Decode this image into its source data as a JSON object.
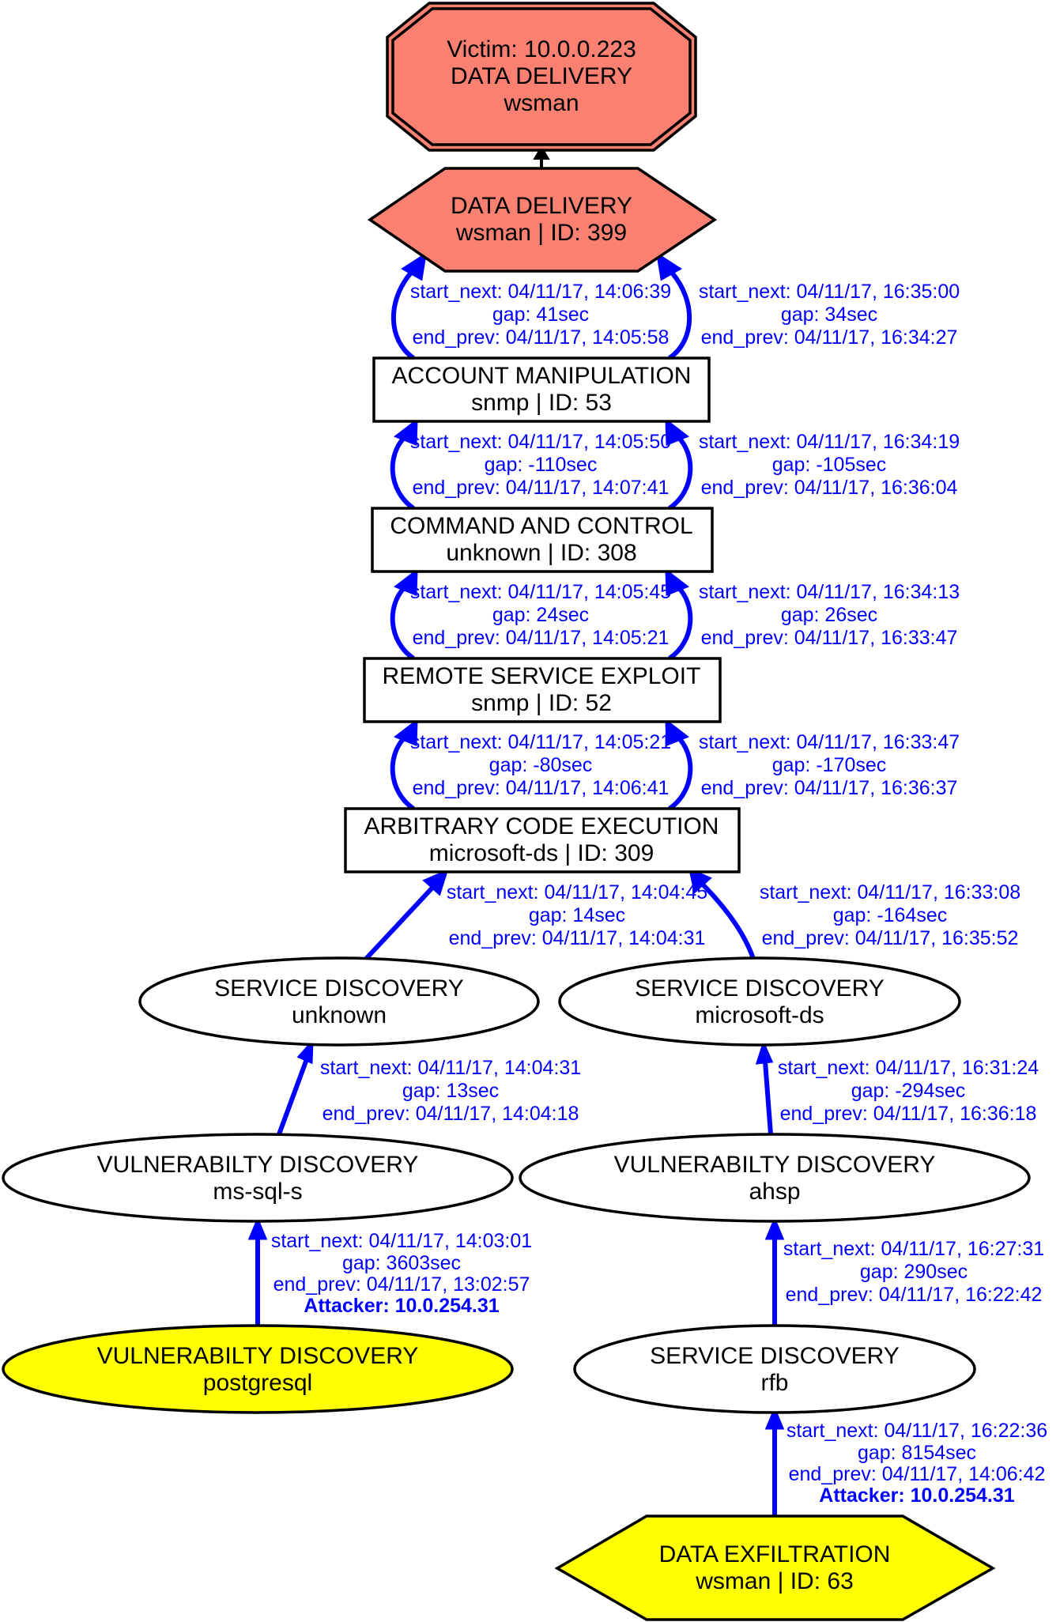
{
  "colors": {
    "edge": "#0000ff",
    "victim_fill": "#fa8072",
    "attacker_fill": "#ffff00",
    "default_fill": "#ffffff",
    "stroke": "#000000"
  },
  "nodes": {
    "victim": {
      "lines": [
        "Victim: 10.0.0.223",
        "DATA DELIVERY",
        "wsman"
      ],
      "shape": "double-octagon"
    },
    "dd399": {
      "lines": [
        "DATA DELIVERY",
        "wsman | ID: 399"
      ],
      "shape": "hexagon"
    },
    "am53": {
      "lines": [
        "ACCOUNT MANIPULATION",
        "snmp | ID: 53"
      ],
      "shape": "box"
    },
    "cc308": {
      "lines": [
        "COMMAND AND CONTROL",
        "unknown | ID: 308"
      ],
      "shape": "box"
    },
    "rse52": {
      "lines": [
        "REMOTE SERVICE EXPLOIT",
        "snmp | ID: 52"
      ],
      "shape": "box"
    },
    "ace309": {
      "lines": [
        "ARBITRARY CODE EXECUTION",
        "microsoft-ds | ID: 309"
      ],
      "shape": "box"
    },
    "sd_unknown": {
      "lines": [
        "SERVICE DISCOVERY",
        "unknown"
      ],
      "shape": "ellipse"
    },
    "sd_msds": {
      "lines": [
        "SERVICE DISCOVERY",
        "microsoft-ds"
      ],
      "shape": "ellipse"
    },
    "vd_mssql": {
      "lines": [
        "VULNERABILTY DISCOVERY",
        "ms-sql-s"
      ],
      "shape": "ellipse"
    },
    "vd_ahsp": {
      "lines": [
        "VULNERABILTY DISCOVERY",
        "ahsp"
      ],
      "shape": "ellipse"
    },
    "vd_pg": {
      "lines": [
        "VULNERABILTY DISCOVERY",
        "postgresql"
      ],
      "shape": "ellipse"
    },
    "sd_rfb": {
      "lines": [
        "SERVICE DISCOVERY",
        "rfb"
      ],
      "shape": "ellipse"
    },
    "de63": {
      "lines": [
        "DATA EXFILTRATION",
        "wsman | ID: 63"
      ],
      "shape": "hexagon"
    }
  },
  "edges": {
    "dd_to_victim": {
      "lines": []
    },
    "am_to_dd_left": {
      "lines": [
        "start_next: 04/11/17, 14:06:39",
        "gap: 41sec",
        "end_prev: 04/11/17, 14:05:58"
      ]
    },
    "am_to_dd_right": {
      "lines": [
        "start_next: 04/11/17, 16:35:00",
        "gap: 34sec",
        "end_prev: 04/11/17, 16:34:27"
      ]
    },
    "cc_to_am_left": {
      "lines": [
        "start_next: 04/11/17, 14:05:50",
        "gap: -110sec",
        "end_prev: 04/11/17, 14:07:41"
      ]
    },
    "cc_to_am_right": {
      "lines": [
        "start_next: 04/11/17, 16:34:19",
        "gap: -105sec",
        "end_prev: 04/11/17, 16:36:04"
      ]
    },
    "rse_to_cc_left": {
      "lines": [
        "start_next: 04/11/17, 14:05:45",
        "gap: 24sec",
        "end_prev: 04/11/17, 14:05:21"
      ]
    },
    "rse_to_cc_right": {
      "lines": [
        "start_next: 04/11/17, 16:34:13",
        "gap: 26sec",
        "end_prev: 04/11/17, 16:33:47"
      ]
    },
    "ace_to_rse_left": {
      "lines": [
        "start_next: 04/11/17, 14:05:21",
        "gap: -80sec",
        "end_prev: 04/11/17, 14:06:41"
      ]
    },
    "ace_to_rse_right": {
      "lines": [
        "start_next: 04/11/17, 16:33:47",
        "gap: -170sec",
        "end_prev: 04/11/17, 16:36:37"
      ]
    },
    "sdu_to_ace": {
      "lines": [
        "start_next: 04/11/17, 14:04:45",
        "gap: 14sec",
        "end_prev: 04/11/17, 14:04:31"
      ]
    },
    "sdm_to_ace": {
      "lines": [
        "start_next: 04/11/17, 16:33:08",
        "gap: -164sec",
        "end_prev: 04/11/17, 16:35:52"
      ]
    },
    "vdm_to_sdu": {
      "lines": [
        "start_next: 04/11/17, 14:04:31",
        "gap: 13sec",
        "end_prev: 04/11/17, 14:04:18"
      ]
    },
    "vda_to_sdm": {
      "lines": [
        "start_next: 04/11/17, 16:31:24",
        "gap: -294sec",
        "end_prev: 04/11/17, 16:36:18"
      ]
    },
    "vdp_to_vdm": {
      "lines": [
        "start_next: 04/11/17, 14:03:01",
        "gap: 3603sec",
        "end_prev: 04/11/17, 13:02:57"
      ],
      "attacker": "Attacker: 10.0.254.31"
    },
    "sdr_to_vda": {
      "lines": [
        "start_next: 04/11/17, 16:27:31",
        "gap: 290sec",
        "end_prev: 04/11/17, 16:22:42"
      ]
    },
    "de_to_sdr": {
      "lines": [
        "start_next: 04/11/17, 16:22:36",
        "gap: 8154sec",
        "end_prev: 04/11/17, 14:06:42"
      ],
      "attacker": "Attacker: 10.0.254.31"
    }
  }
}
